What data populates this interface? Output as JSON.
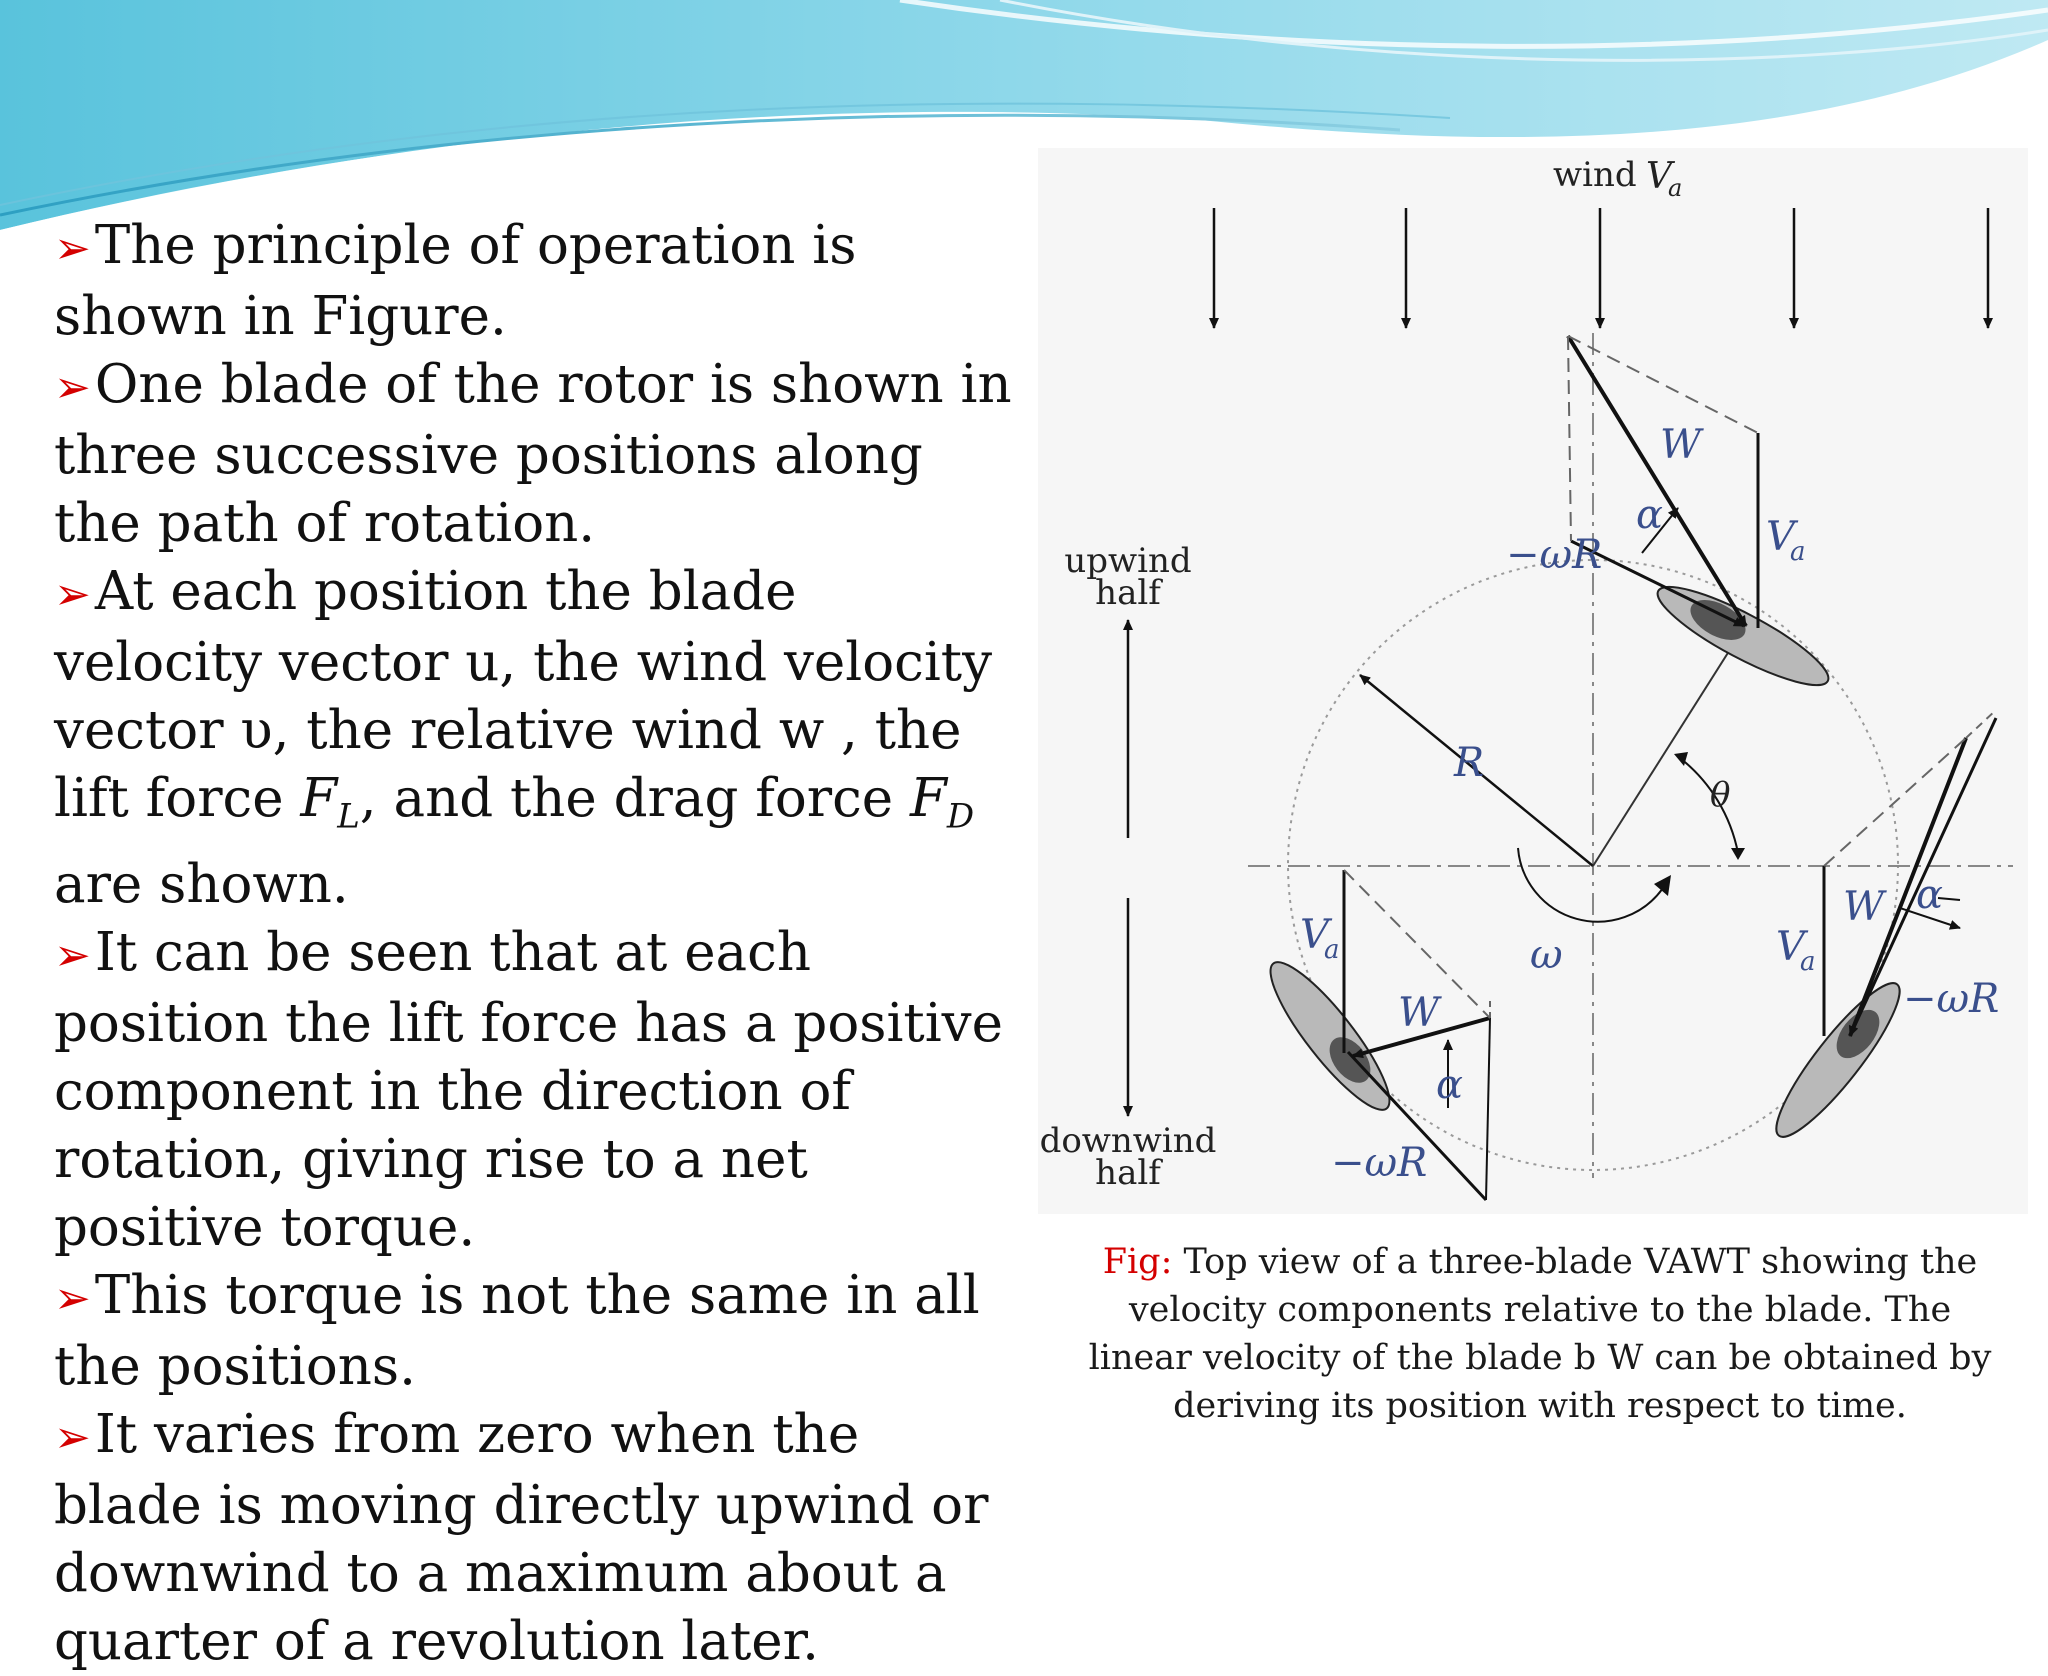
{
  "slide": {
    "bullets": [
      {
        "parts": [
          {
            "t": "The principle of operation is shown in Figure."
          }
        ]
      },
      {
        "parts": [
          {
            "t": "One blade of the rotor is shown in three successive positions along the path of rotation."
          }
        ]
      },
      {
        "parts": [
          {
            "t": "At each position the blade velocity vector u, the wind velocity vector υ, the relative wind w , the lift force "
          },
          {
            "sym": "F",
            "sub": "L"
          },
          {
            "t": ", and the drag force "
          },
          {
            "sym": "F",
            "sub": "D"
          },
          {
            "t": " are shown."
          }
        ]
      },
      {
        "parts": [
          {
            "t": "It can be seen that at each position the lift force has a positive component in the direction of rotation, giving rise to a net positive torque."
          }
        ]
      },
      {
        "parts": [
          {
            "t": "This torque is not the same in all the positions."
          }
        ]
      },
      {
        "parts": [
          {
            "t": "It varies from zero when the blade is moving directly upwind or downwind to a maximum about a quarter of a revolution later."
          }
        ]
      }
    ],
    "bullet_marker": "➢",
    "caption": {
      "label": "Fig:",
      "text": " Top view of a three-blade VAWT showing the velocity components relative to the blade. The linear velocity of the blade b W can be obtained by deriving its position with respect to time."
    }
  },
  "diagram": {
    "wind_label": "wind",
    "wind_symbol": "V",
    "wind_symbol_sub": "a",
    "upwind_label": [
      "upwind",
      "half"
    ],
    "downwind_label": [
      "downwind",
      "half"
    ],
    "radius_label": "R",
    "theta_label": "θ",
    "omega_label": "ω",
    "relative_wind_label": "W",
    "alpha_label": "α",
    "blade_speed_label": "−ωR",
    "wind_vector_label": "V",
    "wind_vector_sub": "a"
  },
  "colors": {
    "accent_red": "#d40000",
    "label_blue": "#3a4f8c",
    "banner_light": "#7fd3e6",
    "banner_dark": "#3aa9c9"
  }
}
